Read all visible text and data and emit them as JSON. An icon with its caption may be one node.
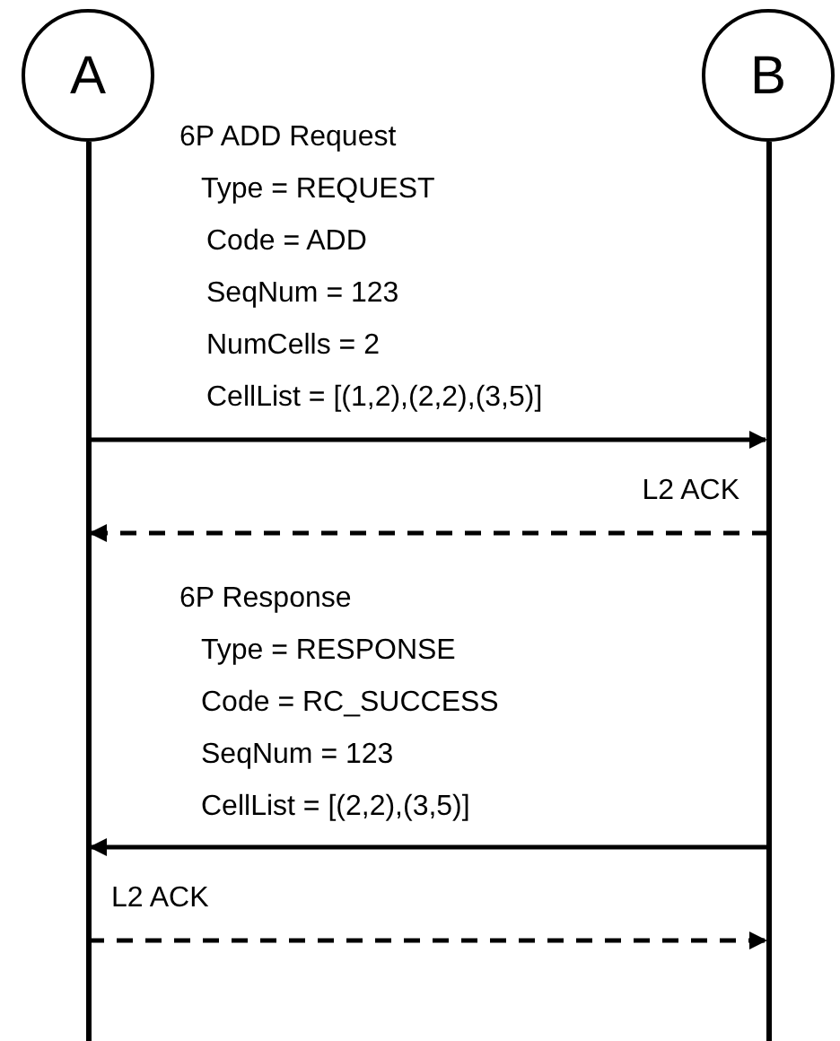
{
  "diagram": {
    "nodes": [
      {
        "text": [
          "A"
        ]
      },
      {
        "text": [
          "B"
        ]
      }
    ],
    "edges": [
      {
        "from": 0,
        "to": 1,
        "arrow": "to"
      },
      {
        "from": 1,
        "to": 0,
        "arrow": "to",
        "label": "L2 ACK",
        "style": "dashed"
      },
      {
        "from": 1,
        "to": 0,
        "arrow": "to"
      },
      {
        "from": 0,
        "to": 1,
        "arrow": "to",
        "label": "L2 ACK",
        "style": "dashed"
      }
    ],
    "labels": [
      "6P ADD Request",
      "Type = REQUEST",
      "Code = ADD",
      "SeqNum = 123",
      "NumCells = 2",
      "CellList = [(1,2),(2,2),(3,5)]",
      "6P Response",
      "Type = RESPONSE",
      "Code = RC_SUCCESS",
      "SeqNum = 123",
      "CellList = [(2,2),(3,5)]"
    ]
  }
}
